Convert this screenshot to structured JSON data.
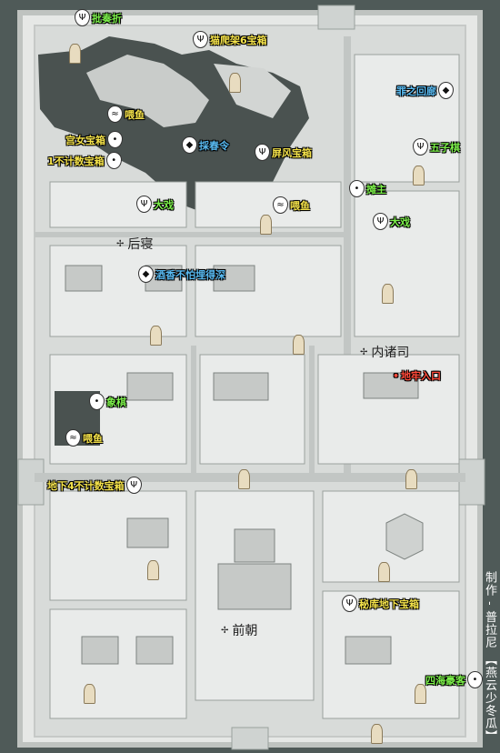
{
  "colors": {
    "yellow": "#f4e24a",
    "green": "#7cf04a",
    "blue": "#58b9f0",
    "red": "#ff4a3a"
  },
  "areas": {
    "hougong": "后寝",
    "neizhusi": "内诸司",
    "qianchao": "前朝"
  },
  "markers": [
    {
      "id": "pizouzhe",
      "label": "批奏折",
      "color": "green",
      "icon": "tree-icon"
    },
    {
      "id": "maopajia",
      "label": "猫爬架6宝箱",
      "color": "yellow",
      "icon": "tree-icon"
    },
    {
      "id": "weiyu1",
      "label": "喂鱼",
      "color": "yellow",
      "icon": "fish-icon"
    },
    {
      "id": "gongnv",
      "label": "宫女宝箱",
      "color": "yellow",
      "icon": "pin-icon"
    },
    {
      "id": "bujishu1",
      "label": "1不计数宝箱",
      "color": "yellow",
      "icon": "pin-icon"
    },
    {
      "id": "caichunling",
      "label": "採春令",
      "color": "blue",
      "icon": "diamond-icon"
    },
    {
      "id": "pingfeng",
      "label": "屏风宝箱",
      "color": "yellow",
      "icon": "tree-icon"
    },
    {
      "id": "daxi1",
      "label": "大戏",
      "color": "green",
      "icon": "tree-icon"
    },
    {
      "id": "weiyu2",
      "label": "喂鱼",
      "color": "yellow",
      "icon": "fish-icon"
    },
    {
      "id": "zuizhihuilang",
      "label": "罪之回廊",
      "color": "blue",
      "icon": "diamond-icon"
    },
    {
      "id": "wuziqi",
      "label": "五子棋",
      "color": "green",
      "icon": "tree-icon"
    },
    {
      "id": "tanzhu",
      "label": "摊主",
      "color": "green",
      "icon": "pin-icon"
    },
    {
      "id": "daxi2",
      "label": "大戏",
      "color": "green",
      "icon": "tree-icon"
    },
    {
      "id": "jiuxiang",
      "label": "酒香不怕埋得深",
      "color": "blue",
      "icon": "diamond-icon"
    },
    {
      "id": "dilao",
      "label": "地牢入口",
      "color": "red",
      "icon": "dot-icon"
    },
    {
      "id": "xiangqi",
      "label": "象棋",
      "color": "green",
      "icon": "pin-icon"
    },
    {
      "id": "weiyu3",
      "label": "喂鱼",
      "color": "yellow",
      "icon": "fish-icon"
    },
    {
      "id": "dixia4",
      "label": "地下4不计数宝箱",
      "color": "yellow",
      "icon": "tree-icon"
    },
    {
      "id": "miku",
      "label": "秘库地下宝箱",
      "color": "yellow",
      "icon": "tree-icon"
    },
    {
      "id": "sihai",
      "label": "四海豪客",
      "color": "green",
      "icon": "pin-icon"
    }
  ],
  "credit": "制作 - 普拉尼 【燕云少冬瓜】"
}
